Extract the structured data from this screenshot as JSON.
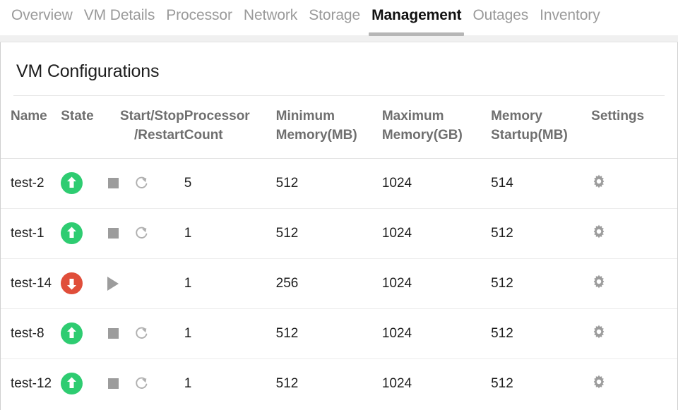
{
  "tabs": [
    {
      "label": "Overview",
      "active": false
    },
    {
      "label": "VM Details",
      "active": false
    },
    {
      "label": "Processor",
      "active": false
    },
    {
      "label": "Network",
      "active": false
    },
    {
      "label": "Storage",
      "active": false
    },
    {
      "label": "Management",
      "active": true
    },
    {
      "label": "Outages",
      "active": false
    },
    {
      "label": "Inventory",
      "active": false
    }
  ],
  "panel": {
    "title": "VM Configurations"
  },
  "table": {
    "columns": [
      {
        "key": "name",
        "label": "Name"
      },
      {
        "key": "state",
        "label": "State"
      },
      {
        "key": "control",
        "label": "Start/Stop\n/Restart"
      },
      {
        "key": "proc",
        "label": "Processor\nCount"
      },
      {
        "key": "minmem",
        "label": "Minimum\nMemory(MB)"
      },
      {
        "key": "maxmem",
        "label": "Maximum\nMemory(GB)"
      },
      {
        "key": "startup",
        "label": "Memory\nStartup(MB)"
      },
      {
        "key": "settings",
        "label": "Settings"
      }
    ],
    "rows": [
      {
        "name": "test-2",
        "state": "running",
        "state_icon": "arrow-up-circle-green-icon",
        "controls": [
          "stop-icon",
          "restart-icon"
        ],
        "proc": "5",
        "minmem": "512",
        "maxmem": "1024",
        "startup": "514",
        "settings_icon": "gear-icon"
      },
      {
        "name": "test-1",
        "state": "running",
        "state_icon": "arrow-up-circle-green-icon",
        "controls": [
          "stop-icon",
          "restart-icon"
        ],
        "proc": "1",
        "minmem": "512",
        "maxmem": "1024",
        "startup": "512",
        "settings_icon": "gear-icon"
      },
      {
        "name": "test-14",
        "state": "stopped",
        "state_icon": "arrow-down-circle-red-icon",
        "controls": [
          "play-icon"
        ],
        "proc": "1",
        "minmem": "256",
        "maxmem": "1024",
        "startup": "512",
        "settings_icon": "gear-icon"
      },
      {
        "name": "test-8",
        "state": "running",
        "state_icon": "arrow-up-circle-green-icon",
        "controls": [
          "stop-icon",
          "restart-icon"
        ],
        "proc": "1",
        "minmem": "512",
        "maxmem": "1024",
        "startup": "512",
        "settings_icon": "gear-icon"
      },
      {
        "name": "test-12",
        "state": "running",
        "state_icon": "arrow-up-circle-green-icon",
        "controls": [
          "stop-icon",
          "restart-icon"
        ],
        "proc": "1",
        "minmem": "512",
        "maxmem": "1024",
        "startup": "512",
        "settings_icon": "gear-icon"
      }
    ]
  },
  "colors": {
    "running_green": "#2ecc71",
    "stopped_red": "#e04e3a",
    "icon_gray": "#9c9c9c",
    "header_text": "#6f6f6f",
    "tab_inactive": "#9a9a9a",
    "tab_active": "#111111",
    "tab_underline": "#b6b6b6"
  }
}
